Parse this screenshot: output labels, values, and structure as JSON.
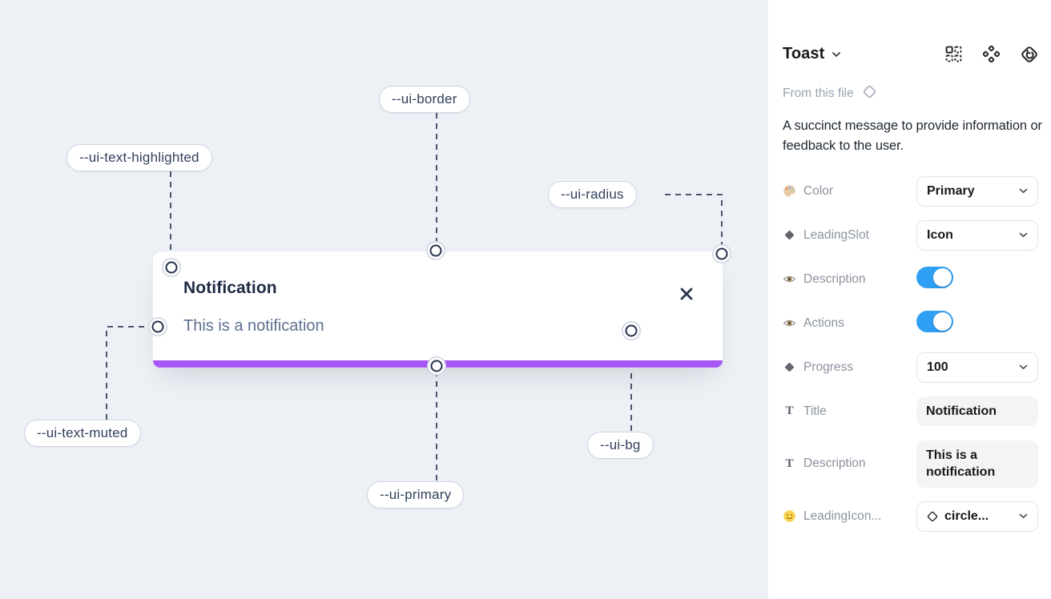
{
  "canvas": {
    "toast": {
      "title": "Notification",
      "description": "This is a notification"
    },
    "labels": {
      "text_highlighted": "--ui-text-highlighted",
      "border": "--ui-border",
      "radius": "--ui-radius",
      "text_muted": "--ui-text-muted",
      "primary": "--ui-primary",
      "bg": "--ui-bg"
    }
  },
  "panel": {
    "title": "Toast",
    "source_label": "From this file",
    "description": "A succinct message to provide information or feedback to the user.",
    "header_icons": [
      "variant-grid-icon",
      "components-icon",
      "reset-instance-icon"
    ],
    "rows": [
      {
        "icon": "palette-icon",
        "label": "Color",
        "control": "select",
        "value": "Primary"
      },
      {
        "icon": "diamond-icon",
        "label": "LeadingSlot",
        "control": "select",
        "value": "Icon"
      },
      {
        "icon": "eye-icon",
        "label": "Description",
        "control": "toggle",
        "value": "on"
      },
      {
        "icon": "eye-icon",
        "label": "Actions",
        "control": "toggle",
        "value": "on"
      },
      {
        "icon": "diamond-icon",
        "label": "Progress",
        "control": "select",
        "value": "100"
      },
      {
        "icon": "text-icon",
        "label": "Title",
        "control": "text-field",
        "value": "Notification"
      },
      {
        "icon": "text-icon",
        "label": "Description",
        "control": "text-field",
        "value": "This is a notification"
      },
      {
        "icon": "smiley-icon",
        "label": "LeadingIcon...",
        "control": "icon-select",
        "value": "circle..."
      }
    ],
    "text_icon_glyph": "T"
  },
  "colors": {
    "canvas_bg": "#edf1f6",
    "primary_bar": "#a657f5",
    "toggle_on": "#2f9ff4",
    "title_text": "#1e2a44",
    "muted_text": "#5e7090"
  }
}
